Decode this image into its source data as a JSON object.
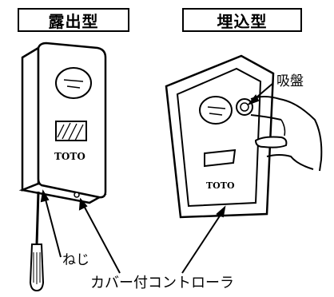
{
  "labels": {
    "exposed_type": "露出型",
    "embedded_type": "埋込型",
    "suction_cup": "吸盤",
    "screw": "ねじ",
    "controller_with_cover": "カバー付コントローラ"
  },
  "device_text": {
    "brand_left": "TOTO",
    "brand_right": "TOTO"
  }
}
